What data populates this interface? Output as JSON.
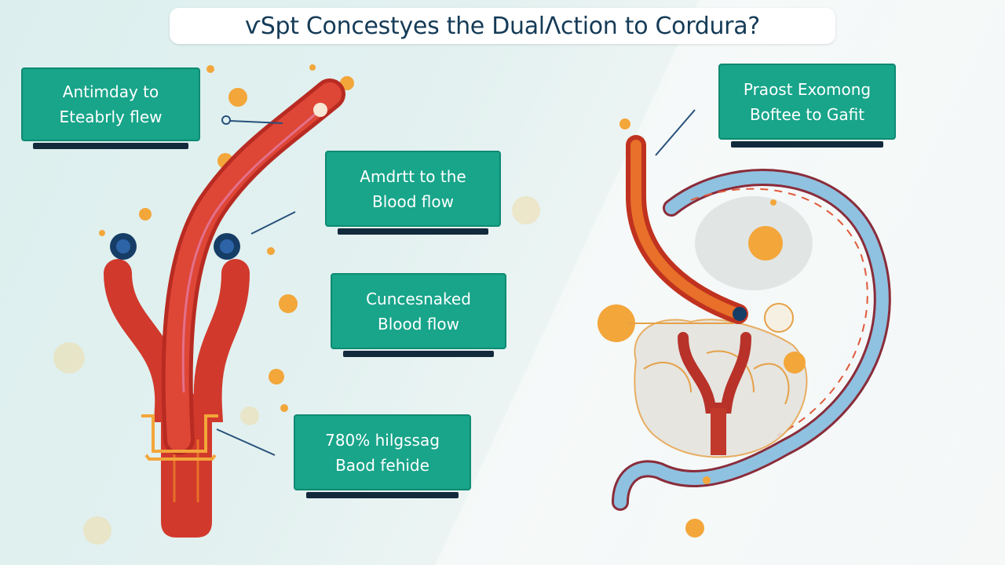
{
  "title": "ѵSpt Concestyes the DualΛction to Cordura?",
  "labels": [
    {
      "line1": "Antimday to",
      "line2": "Eteabrly flew"
    },
    {
      "line1": "Amdrtt to the",
      "line2": "Blood flow"
    },
    {
      "line1": "Cuncesnaked",
      "line2": "Blood flow"
    },
    {
      "line1": "780% hilgssag",
      "line2": "Baod fehide"
    },
    {
      "line1": "Praost Exomong",
      "line2": "Boftee to Gafit"
    }
  ],
  "colors": {
    "card": "#18a58a",
    "card_border": "#0f8a73",
    "card_shadow": "#132a3c",
    "vessel_red": "#d1392c",
    "vessel_orange": "#e8702a",
    "vessel_blue": "#8fc1e0",
    "splatter": "#f3a63a",
    "title_text": "#153b57"
  }
}
